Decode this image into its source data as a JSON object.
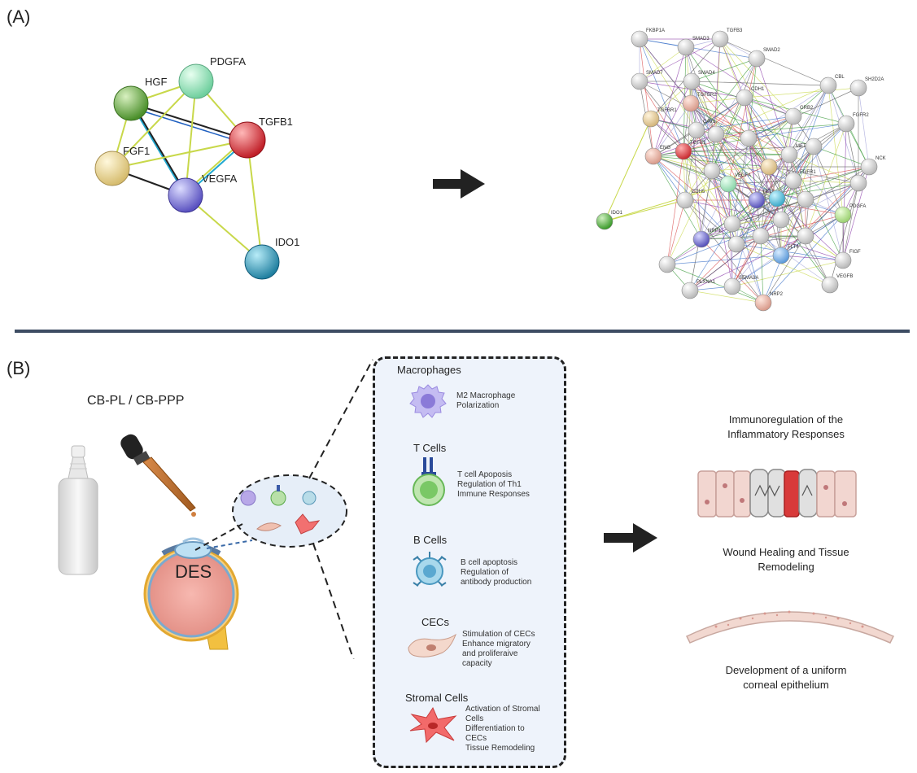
{
  "panel_a": {
    "label": "(A)",
    "small_network": {
      "nodes": [
        {
          "id": "HGF",
          "label": "HGF",
          "color": "#5fa83a"
        },
        {
          "id": "PDGFA",
          "label": "PDGFA",
          "color": "#8fe0b8"
        },
        {
          "id": "TGFB1",
          "label": "TGFB1",
          "color": "#d9343c"
        },
        {
          "id": "FGF1",
          "label": "FGF1",
          "color": "#e8d48c"
        },
        {
          "id": "VEGFA",
          "label": "VEGFA",
          "color": "#7f78d8"
        },
        {
          "id": "IDO1",
          "label": "IDO1",
          "color": "#3aa0b8"
        }
      ]
    },
    "large_network": {
      "labels": [
        "FKBP1A",
        "SMAD3",
        "TGFB3",
        "SMAD2",
        "SMAD7",
        "SMAD4",
        "CBL",
        "SH2D2A",
        "TGFBR2",
        "CDH1",
        "TGFBR1",
        "GRB2",
        "FGFR2",
        "CAV1",
        "ENG",
        "TGFB1",
        "MET",
        "NCK",
        "VEGFA",
        "FGFR1",
        "PDGFA",
        "CDH5",
        "IDO1",
        "FLT1",
        "FIGF",
        "NRP1",
        "FLT4",
        "VEGFB",
        "PLXNA1",
        "SEMA3A",
        "NRP2"
      ]
    }
  },
  "panel_b": {
    "label": "(B)",
    "treatment": "CB-PL / CB-PPP",
    "eye_label": "DES",
    "cells": [
      {
        "title": "Macrophages",
        "desc": [
          "M2 Macrophage",
          "Polarization"
        ]
      },
      {
        "title": "T Cells",
        "desc": [
          "T cell Apoposis",
          "Regulation of Th1",
          "Immune Responses"
        ]
      },
      {
        "title": "B Cells",
        "desc": [
          "B cell apoptosis",
          "Regulation of",
          "antibody production"
        ]
      },
      {
        "title": "CECs",
        "desc": [
          "Stimulation of CECs",
          "Enhance migratory",
          "and proliferaive",
          "capacity"
        ]
      },
      {
        "title": "Stromal Cells",
        "desc": [
          "Activation of Stromal",
          "Cells",
          "Differentiation to",
          "CECs",
          "Tissue Remodeling"
        ]
      }
    ],
    "outcomes": [
      {
        "lines": [
          "Immunoregulation of the",
          "Inflammatory Responses"
        ]
      },
      {
        "lines": [
          "Wound Healing and Tissue",
          "Remodeling"
        ]
      },
      {
        "lines": [
          "Development of a uniform",
          "corneal epithelium"
        ]
      }
    ]
  }
}
